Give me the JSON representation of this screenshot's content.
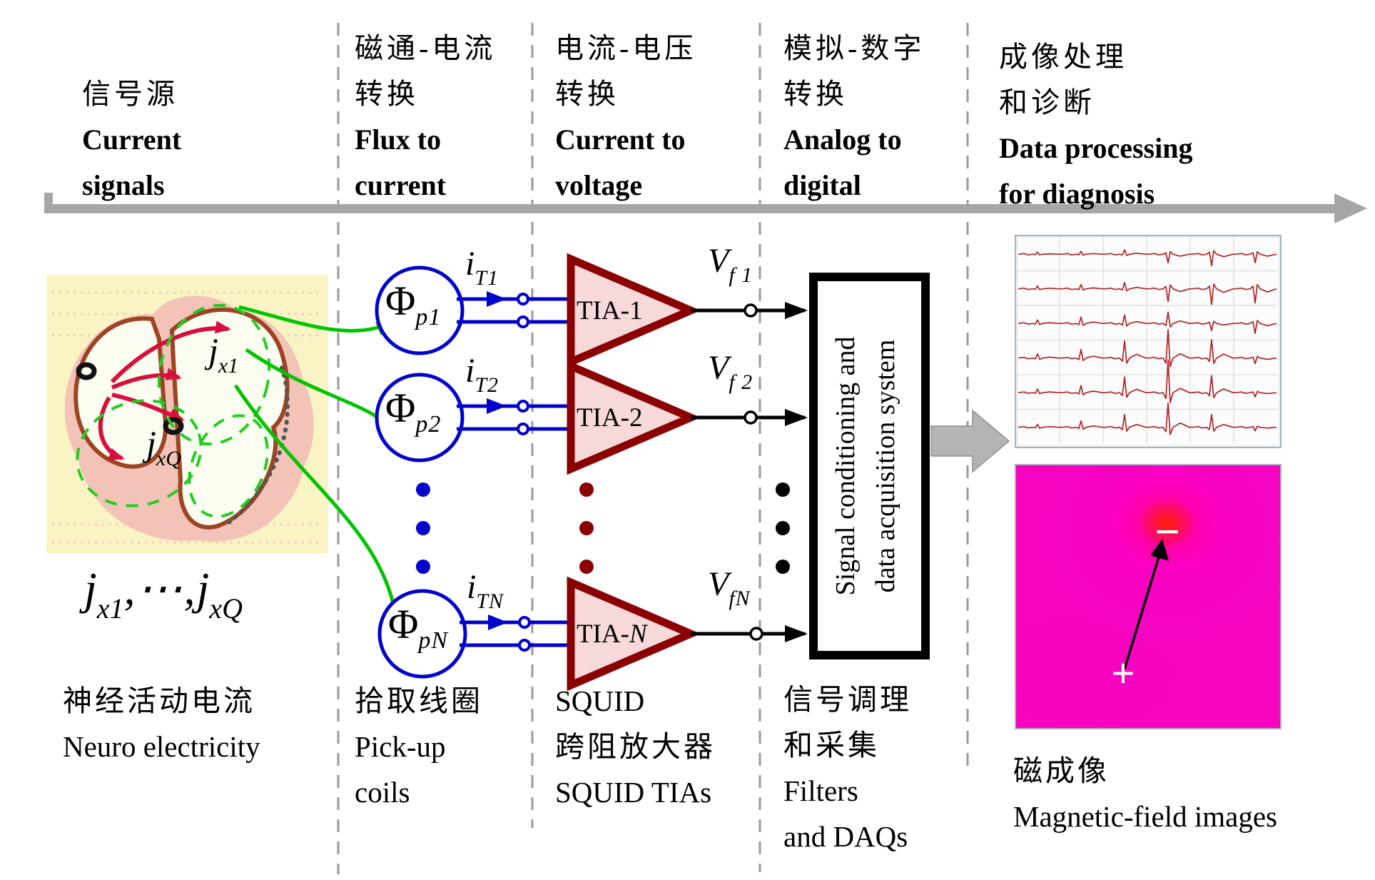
{
  "headers": {
    "source": {
      "lines": [
        "信号源",
        "Current",
        "signals"
      ]
    },
    "flux_to_current": {
      "lines": [
        "磁通-电流",
        "转换",
        "Flux to",
        "current"
      ]
    },
    "current_to_voltage": {
      "lines": [
        "电流-电压",
        "转换",
        "Current to",
        "voltage"
      ]
    },
    "analog_to_digital": {
      "lines": [
        "模拟-数字",
        "转换",
        "Analog to",
        "digital"
      ]
    },
    "data_processing": {
      "lines": [
        "成像处理",
        "和诊断",
        "Data processing",
        "for diagnosis"
      ]
    }
  },
  "footers": {
    "source": {
      "lines": [
        "神经活动电流",
        "Neuro electricity"
      ]
    },
    "pickup": {
      "lines": [
        "拾取线圈",
        "Pick-up",
        "coils"
      ]
    },
    "squid": {
      "lines": [
        "SQUID",
        "跨阻放大器",
        "SQUID TIAs"
      ]
    },
    "daq": {
      "lines": [
        "信号调理",
        "和采集",
        "Filters",
        "and DAQs"
      ]
    },
    "imaging": {
      "lines": [
        "磁成像",
        "Magnetic-field images"
      ]
    }
  },
  "heart": {
    "label1": {
      "base": "j",
      "sub": "x1"
    },
    "label2": {
      "base": "j",
      "sub": "xQ"
    }
  },
  "formula": {
    "j1": "j",
    "sub1": "x1",
    "middle": ",⋯,",
    "j2": "j",
    "sub2": "xQ"
  },
  "rows": [
    {
      "phi": "Φ",
      "phi_sub": "p1",
      "current": "i",
      "current_sub": "T1",
      "tia": "TIA-1",
      "tia_suffix": "",
      "volt": "V",
      "volt_sub": "f 1"
    },
    {
      "phi": "Φ",
      "phi_sub": "p2",
      "current": "i",
      "current_sub": "T2",
      "tia": "TIA-2",
      "tia_suffix": "",
      "volt": "V",
      "volt_sub": "f 2"
    },
    {
      "phi": "Φ",
      "phi_sub": "pN",
      "current": "i",
      "current_sub": "TN",
      "tia": "TIA-",
      "tia_suffix": "N",
      "volt": "V",
      "volt_sub": "fN"
    }
  ],
  "daq_box": {
    "line1": "Signal conditioning and",
    "line2": "data acquisition system"
  },
  "field_map": {
    "plus": "+",
    "minus": "−"
  },
  "ecg": {
    "rows": 6,
    "cols": 6,
    "amplitudes": [
      [
        3,
        4,
        6,
        -12,
        -16,
        -12
      ],
      [
        4,
        6,
        9,
        -18,
        -22,
        -20
      ],
      [
        5,
        9,
        12,
        16,
        -10,
        -14
      ],
      [
        6,
        12,
        24,
        40,
        26,
        -8
      ],
      [
        5,
        10,
        22,
        46,
        24,
        -6
      ],
      [
        4,
        9,
        18,
        34,
        18,
        -5
      ]
    ]
  },
  "colors": {
    "coil_blue": "#0000cc",
    "tia_stroke": "#8b0000",
    "tia_fill": "#f7d9d9",
    "green_arrow": "#00c400",
    "red_arrow": "#d6103c",
    "divider_gray": "#999999",
    "timeline_gray": "#a6a6a6",
    "trace_red": "#b22222",
    "heart_bg": "#faf4c4",
    "heart_pink": "#f2c3b6",
    "chamber_fill": "#fcfdf1",
    "chamber_stroke": "#9c4424"
  }
}
